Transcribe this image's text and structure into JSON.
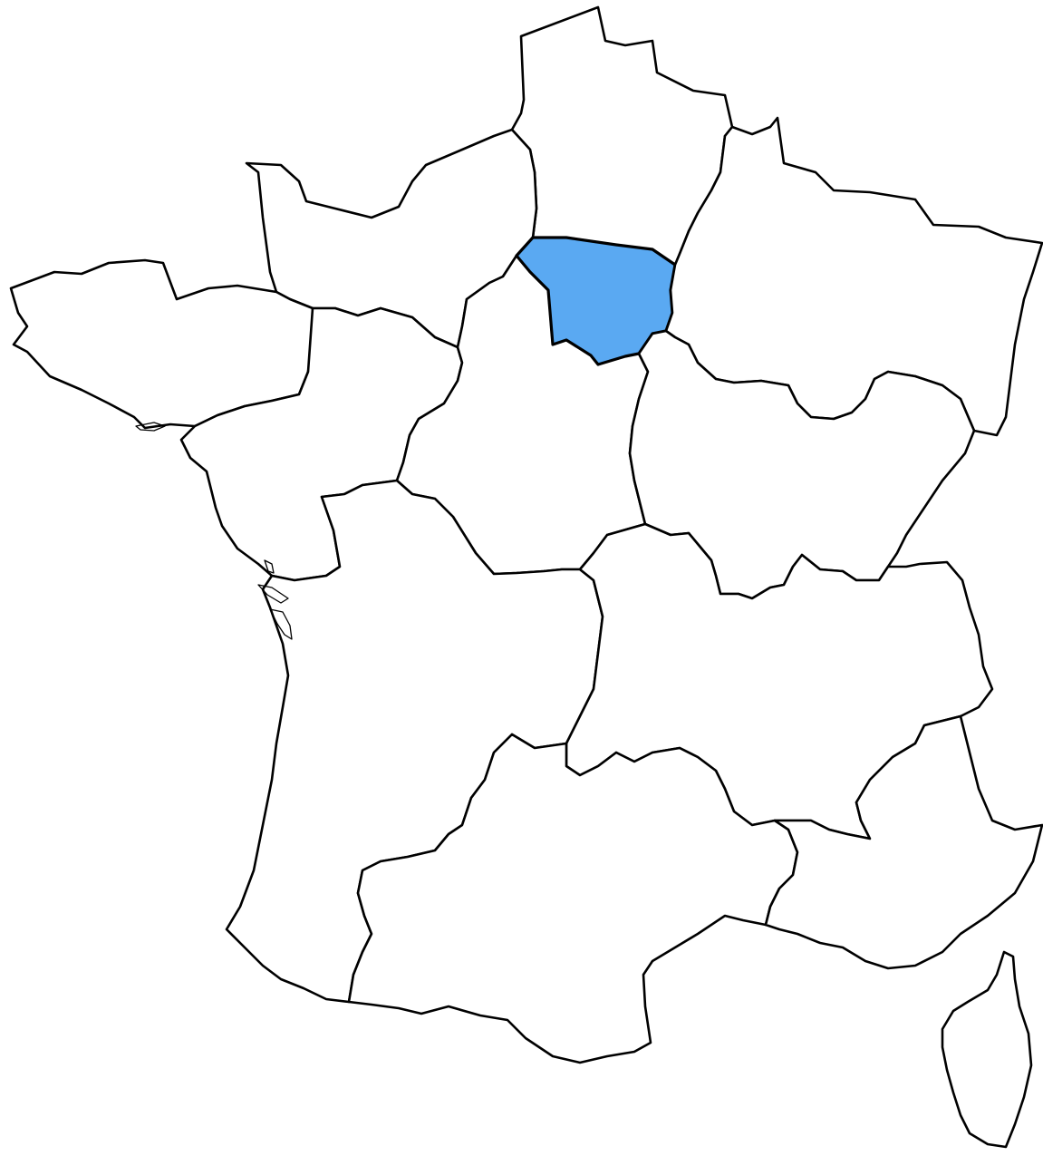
{
  "map": {
    "highlight_color": "#5aa9f2",
    "default_fill": "#ffffff",
    "border_color": "#000000",
    "highlighted_region": "ile-de-france",
    "regions": [
      "hauts-de-france",
      "normandie",
      "bretagne",
      "pays-de-la-loire",
      "centre-val-de-loire",
      "ile-de-france",
      "grand-est",
      "bourgogne-franche-comte",
      "nouvelle-aquitaine",
      "auvergne-rhone-alpes",
      "occitanie",
      "provence-alpes-cote-d-azur",
      "corse"
    ]
  }
}
